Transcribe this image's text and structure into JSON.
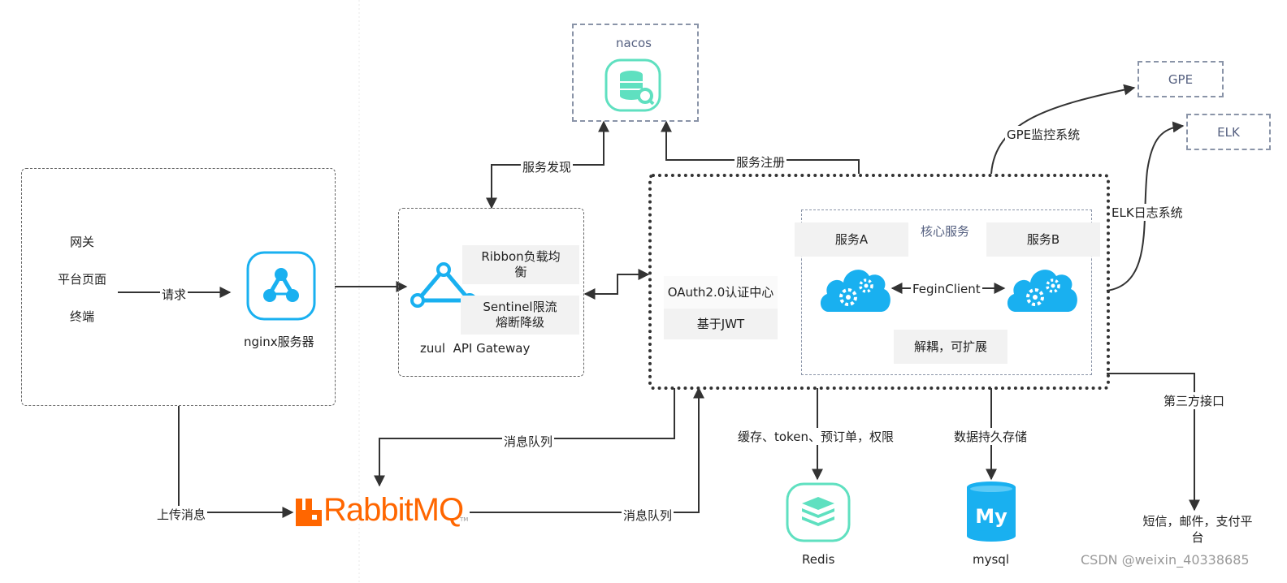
{
  "client": {
    "line1": "网关",
    "line2": "平台页面",
    "line3": "终端",
    "request_label": "请求"
  },
  "nginx": {
    "name": "nginx服务器",
    "icon": "network-node-icon"
  },
  "gateway": {
    "name": "zuul  API Gateway",
    "icon": "triangle-network-icon",
    "ribbon": "Ribbon负载均衡",
    "ribbon_l1": "Ribbon负载均",
    "ribbon_l2": "衡",
    "sentinel_l1": "Sentinel限流",
    "sentinel_l2": "熔断降级"
  },
  "nacos": {
    "name": "nacos",
    "icon": "database-wrench-icon",
    "discovery_label": "服务发现",
    "register_label": "服务注册"
  },
  "core": {
    "oauth": "OAuth2.0认证中心",
    "jwt": "基于JWT",
    "title": "核心服务",
    "service_a": "服务A",
    "service_b": "服务B",
    "fegin": "FeginClient",
    "decouple": "解耦，可扩展",
    "cloud_icon": "cloud-gears-icon"
  },
  "monitoring": {
    "gpe": "GPE",
    "gpe_label": "GPE监控系统",
    "elk": "ELK",
    "elk_label": "ELK日志系统"
  },
  "storage": {
    "redis_label": "缓存、token、预订单，权限",
    "redis": "Redis",
    "redis_icon": "redis-stack-icon",
    "mysql_label": "数据持久存储",
    "mysql": "mysql",
    "mysql_icon": "mysql-cylinder-icon"
  },
  "thirdparty": {
    "label": "第三方接口",
    "target_l1": "短信，邮件，支付平",
    "target_l2": "台"
  },
  "mq": {
    "upload_label": "上传消息",
    "queue_label_top": "消息队列",
    "queue_label_bottom": "消息队列",
    "logo_rabbit": "RabbitMQ",
    "logo_tm": "TM"
  },
  "watermark": "CSDN @weixin_40338685",
  "colors": {
    "teal": "#5fe0c0",
    "sky": "#19b0f0",
    "orange": "#ff6600",
    "line": "#333333"
  }
}
